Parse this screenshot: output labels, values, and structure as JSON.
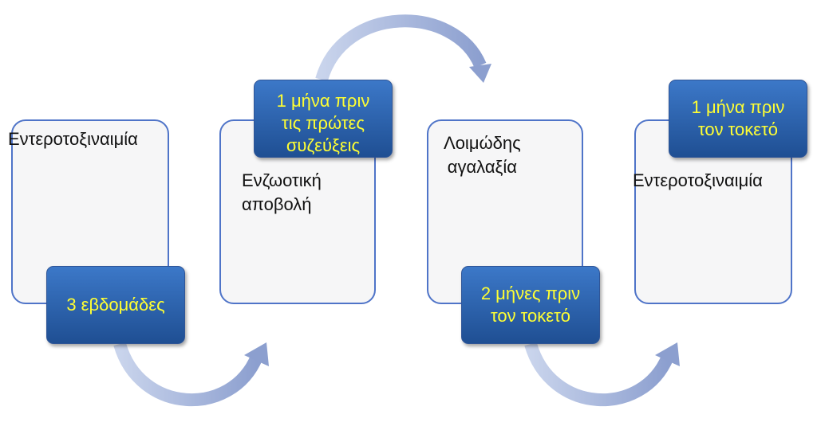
{
  "cards": [
    {
      "label": "Εντεροτοξιναιμία"
    },
    {
      "label": "Ενζωοτική\nαποβολή"
    },
    {
      "label": "Λοιμώδης\nαγαλαξία"
    },
    {
      "label": "Εντεροτοξιναιμία"
    }
  ],
  "tags": [
    {
      "label": "3 εβδομάδες"
    },
    {
      "label": "1 μήνα πριν\nτις πρώτες\nσυζεύξεις"
    },
    {
      "label": "2 μήνες πριν\nτον τοκετό"
    },
    {
      "label": "1 μήνα πριν\nτον τοκετό"
    }
  ],
  "colors": {
    "card_border": "#4f74c8",
    "tag_fill": "#2d64ae",
    "tag_text": "#ffff33",
    "arrow": "#9fb0d8"
  }
}
